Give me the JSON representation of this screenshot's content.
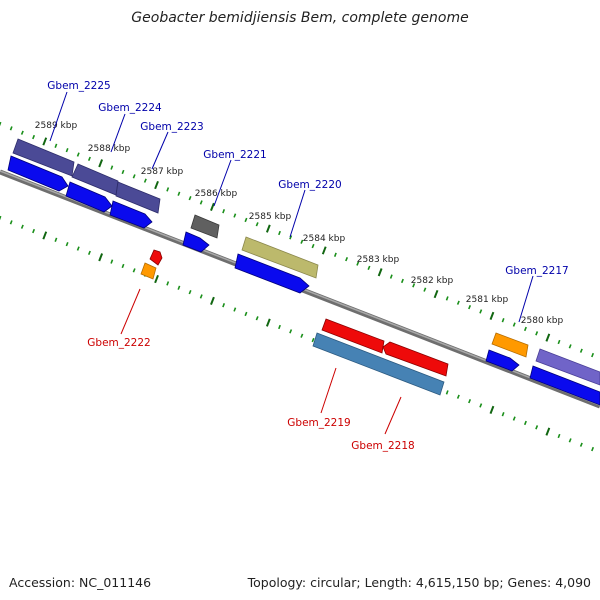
{
  "title": "Geobacter bemidjiensis Bem, complete genome",
  "footer": {
    "accession": "Accession: NC_011146",
    "topology": "Topology: circular; Length: 4,615,150 bp; Genes: 4,090"
  },
  "colors": {
    "backbone": "#808080",
    "tick_minor": "#1a8f1a",
    "tick_major": "#116611",
    "label_forward": "#0000aa",
    "label_reverse": "#cc0000",
    "cds_forward": "#0a0aee",
    "cds_reverse": "#ee0a0a"
  },
  "kbp_labels": [
    "2589 kbp",
    "2588 kbp",
    "2587 kbp",
    "2586 kbp",
    "2585 kbp",
    "2584 kbp",
    "2583 kbp",
    "2582 kbp",
    "2581 kbp",
    "2580 kbp"
  ],
  "genes": [
    {
      "name": "Gbem_2225",
      "strand": "+",
      "color": "#4b4a96"
    },
    {
      "name": "Gbem_2224",
      "strand": "+",
      "color": "#4b4a96"
    },
    {
      "name": "Gbem_2223",
      "strand": "+",
      "color": "#4b4a96"
    },
    {
      "name": "Gbem_2222",
      "strand": "-",
      "color": "#ff9900"
    },
    {
      "name": "Gbem_2221",
      "strand": "+",
      "color": "#606060"
    },
    {
      "name": "Gbem_2220",
      "strand": "+",
      "color": "#bcb96c"
    },
    {
      "name": "Gbem_2219",
      "strand": "-",
      "color": "#4682b4"
    },
    {
      "name": "Gbem_2218",
      "strand": "-",
      "color": "#ee0a0a"
    },
    {
      "name": "Gbem_2217",
      "strand": "+",
      "color": "#ff9900"
    }
  ]
}
